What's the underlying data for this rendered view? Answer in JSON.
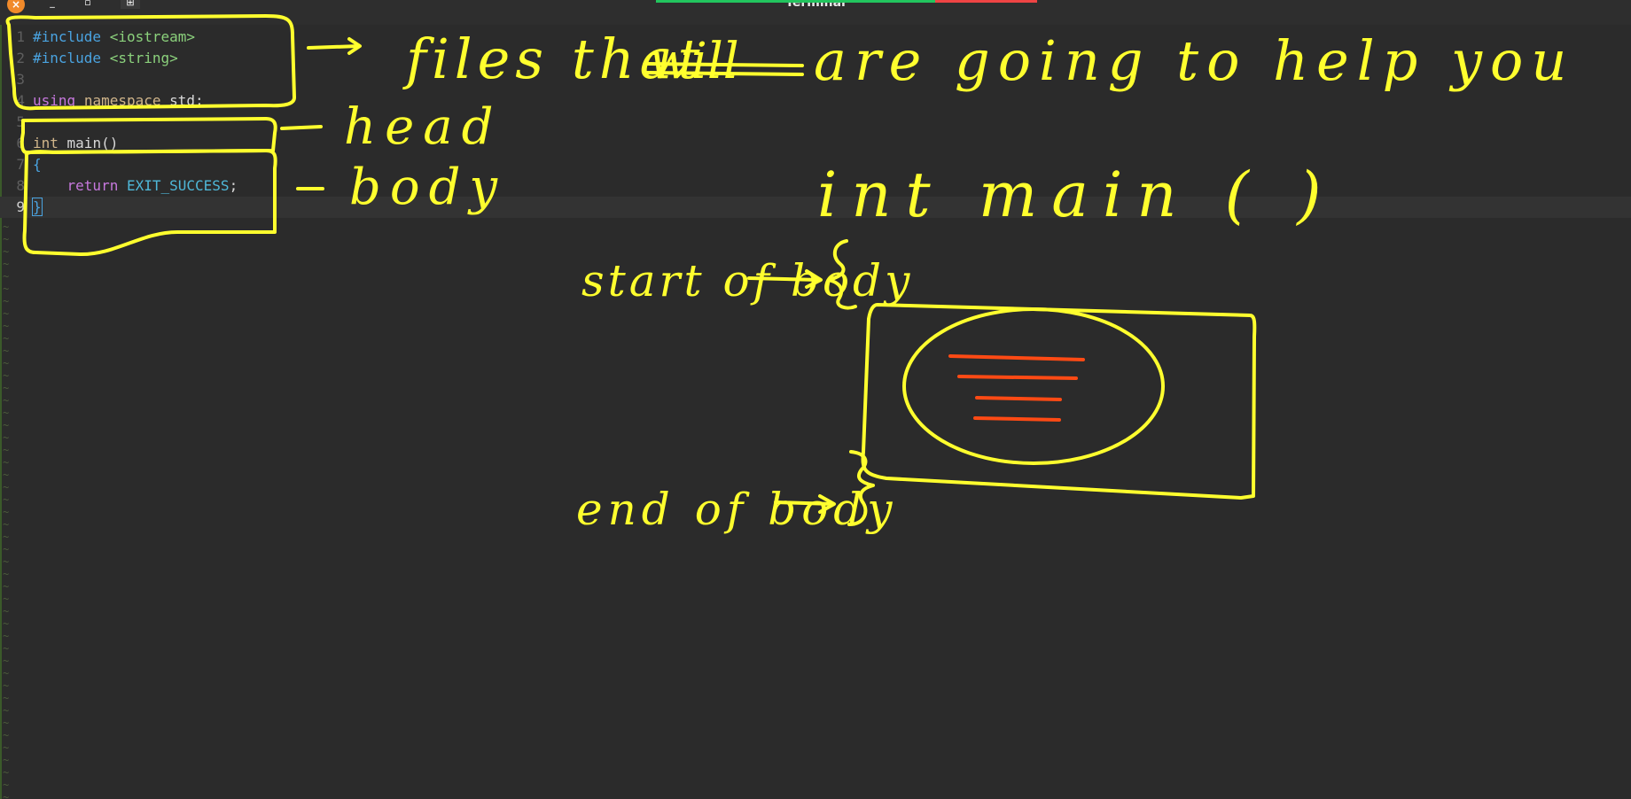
{
  "window": {
    "title": "Terminal",
    "close_glyph": "×",
    "minimize_glyph": "_",
    "maximize_glyph": "▫",
    "pin_glyph": "⊞"
  },
  "status": {
    "green_color": "#22c55e",
    "red_color": "#ef4444"
  },
  "editor": {
    "lines": [
      {
        "num": "1",
        "tokens": [
          {
            "cls": "tok-pre",
            "text": "#include"
          },
          {
            "cls": "tok-plain",
            "text": " "
          },
          {
            "cls": "tok-inc",
            "text": "<iostream>"
          }
        ]
      },
      {
        "num": "2",
        "tokens": [
          {
            "cls": "tok-pre",
            "text": "#include"
          },
          {
            "cls": "tok-plain",
            "text": " "
          },
          {
            "cls": "tok-inc",
            "text": "<string>"
          }
        ]
      },
      {
        "num": "3",
        "tokens": []
      },
      {
        "num": "4",
        "tokens": [
          {
            "cls": "tok-kw",
            "text": "using"
          },
          {
            "cls": "tok-plain",
            "text": " "
          },
          {
            "cls": "tok-ns",
            "text": "namespace"
          },
          {
            "cls": "tok-plain",
            "text": " std;"
          }
        ]
      },
      {
        "num": "5",
        "tokens": []
      },
      {
        "num": "6",
        "tokens": [
          {
            "cls": "tok-type",
            "text": "int"
          },
          {
            "cls": "tok-fn",
            "text": " main()"
          }
        ]
      },
      {
        "num": "7",
        "tokens": [
          {
            "cls": "tok-brace",
            "text": "{"
          }
        ]
      },
      {
        "num": "8",
        "tokens": [
          {
            "cls": "tok-plain",
            "text": "    "
          },
          {
            "cls": "tok-kw",
            "text": "return"
          },
          {
            "cls": "tok-plain",
            "text": " "
          },
          {
            "cls": "tok-const",
            "text": "EXIT_SUCCESS"
          },
          {
            "cls": "tok-plain",
            "text": ";"
          }
        ]
      },
      {
        "num": "9",
        "tokens": [
          {
            "cls": "tok-cursor",
            "text": "}"
          }
        ]
      }
    ],
    "active_line": "9",
    "tilde_glyph": "~"
  },
  "annotation": {
    "pen_color": "#ffff2e",
    "accent_color": "#ff4a14",
    "handwritten_text": [
      "files that",
      "will",
      "are going to help you",
      "head",
      "body",
      "int main ( )",
      "start of body",
      "end of body"
    ]
  }
}
